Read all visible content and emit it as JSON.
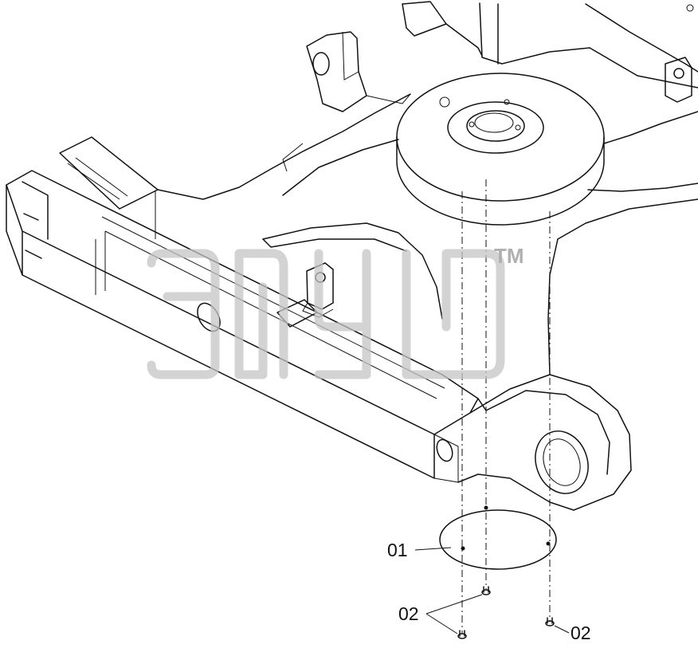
{
  "diagram": {
    "watermark": {
      "trademark": "TM"
    },
    "callouts": [
      {
        "id": "cover",
        "text": "01"
      },
      {
        "id": "bolt-left",
        "text": "02"
      },
      {
        "id": "bolt-right",
        "text": "02"
      }
    ]
  }
}
